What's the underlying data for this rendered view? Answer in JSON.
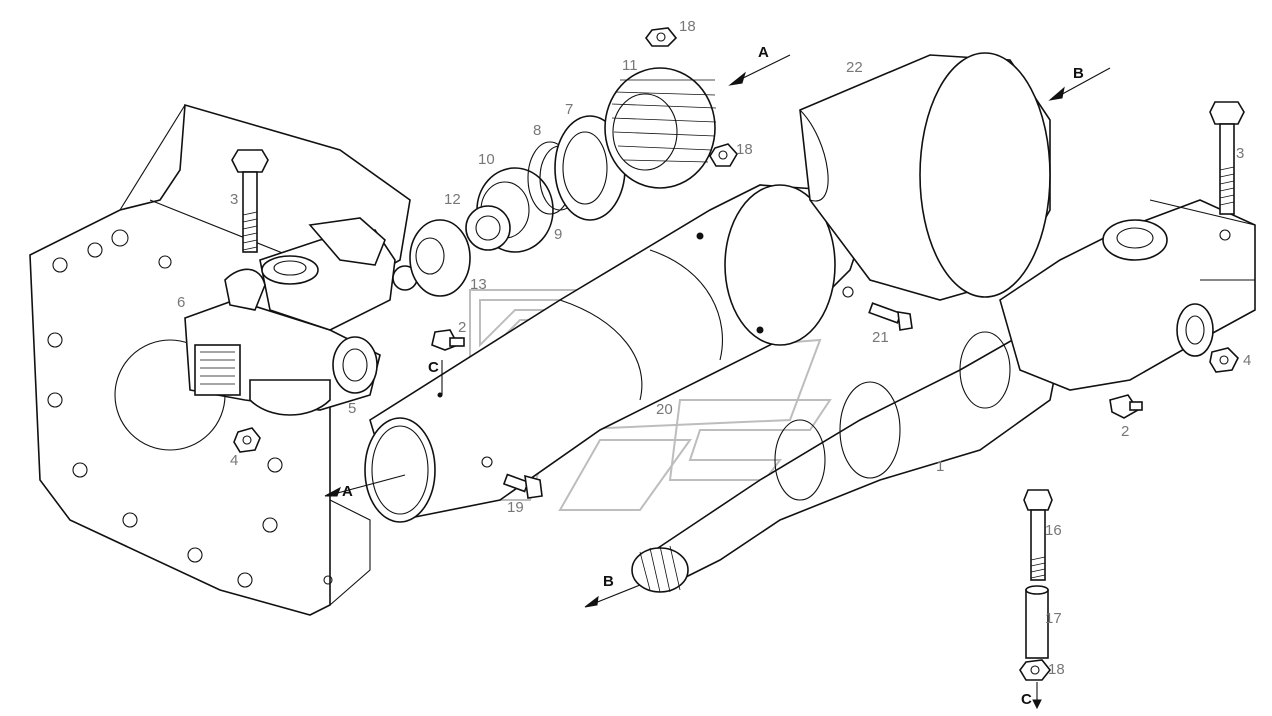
{
  "diagram": {
    "callouts": [
      {
        "id": "c18a",
        "text": "18"
      },
      {
        "id": "c11",
        "text": "11"
      },
      {
        "id": "c7",
        "text": "7"
      },
      {
        "id": "c8",
        "text": "8"
      },
      {
        "id": "c18b",
        "text": "18"
      },
      {
        "id": "c10",
        "text": "10"
      },
      {
        "id": "c9",
        "text": "9"
      },
      {
        "id": "c12",
        "text": "12"
      },
      {
        "id": "c13",
        "text": "13"
      },
      {
        "id": "c22",
        "text": "22"
      },
      {
        "id": "c3a",
        "text": "3"
      },
      {
        "id": "c3b",
        "text": "3"
      },
      {
        "id": "c6",
        "text": "6"
      },
      {
        "id": "c2a",
        "text": "2"
      },
      {
        "id": "c5",
        "text": "5"
      },
      {
        "id": "c4a",
        "text": "4"
      },
      {
        "id": "c20",
        "text": "20"
      },
      {
        "id": "c21",
        "text": "21"
      },
      {
        "id": "c19",
        "text": "19"
      },
      {
        "id": "c1",
        "text": "1"
      },
      {
        "id": "c4b",
        "text": "4"
      },
      {
        "id": "c2b",
        "text": "2"
      },
      {
        "id": "c16",
        "text": "16"
      },
      {
        "id": "c17",
        "text": "17"
      },
      {
        "id": "c18c",
        "text": "18"
      }
    ],
    "section_markers": [
      {
        "id": "mA1",
        "text": "A"
      },
      {
        "id": "mA2",
        "text": "A"
      },
      {
        "id": "mB1",
        "text": "B"
      },
      {
        "id": "mB2",
        "text": "B"
      },
      {
        "id": "mC1",
        "text": "C"
      },
      {
        "id": "mC2",
        "text": "C"
      }
    ]
  }
}
